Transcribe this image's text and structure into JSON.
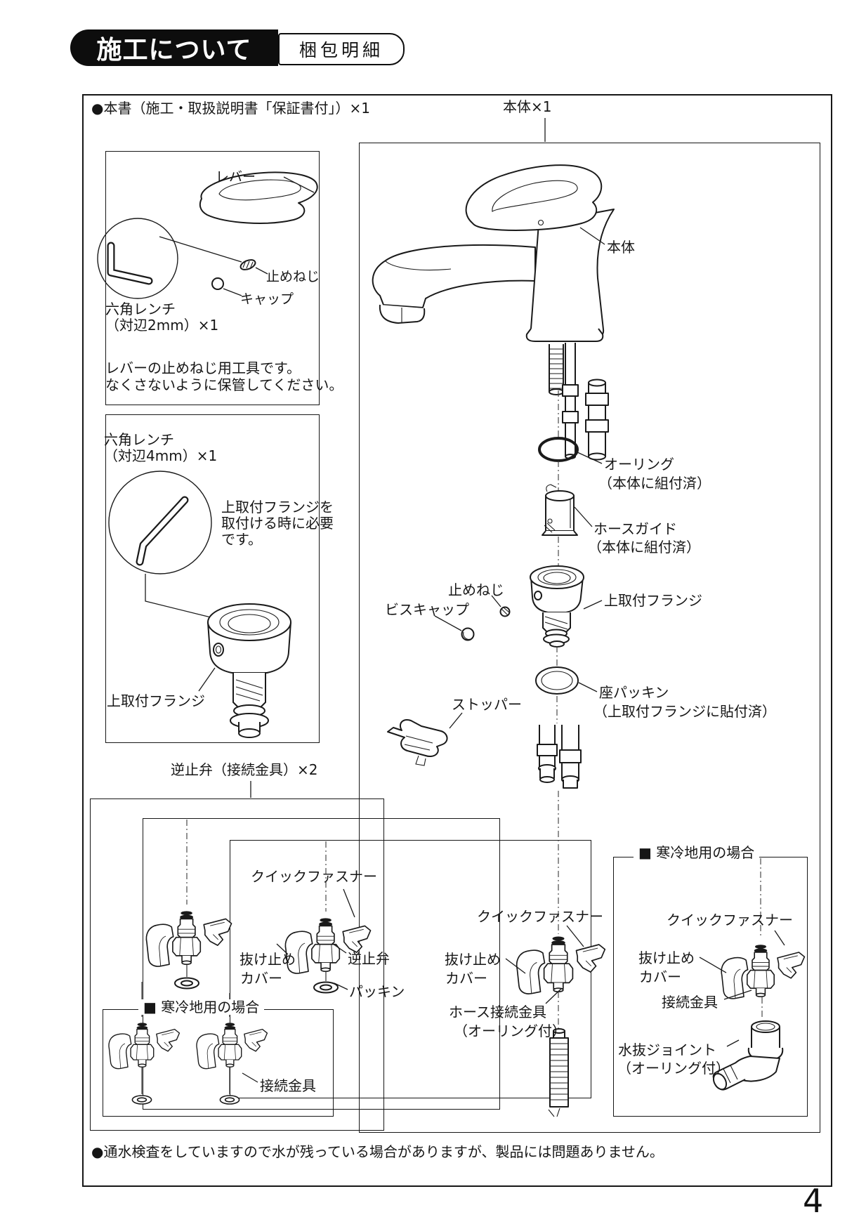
{
  "page": {
    "number": "4"
  },
  "header": {
    "section_title": "施工について",
    "subsection_title": "梱包明細"
  },
  "notes": {
    "book": "●本書（施工・取扱説明書「保証書付」）×1",
    "water_check": "●通水検査をしていますので水が残っている場合がありますが、製品には問題ありません。"
  },
  "body_box": {
    "title": "本体×1",
    "labels": {
      "body": "本体",
      "oring": "オーリング",
      "oring_sub": "（本体に組付済）",
      "hose_guide": "ホースガイド",
      "hose_guide_sub": "（本体に組付済）",
      "set_screw": "止めねじ",
      "screw_cap": "ビスキャップ",
      "upper_flange": "上取付フランジ",
      "seat_packing": "座パッキン",
      "seat_packing_sub": "（上取付フランジに貼付済）",
      "stopper": "ストッパー"
    }
  },
  "tool_box_2mm": {
    "lever": "レバー",
    "set_screw": "止めねじ",
    "cap": "キャップ",
    "wrench_line1": "六角レンチ",
    "wrench_line2": "（対辺2mm）×1",
    "note_line1": "レバーの止めねじ用工具です。",
    "note_line2": "なくさないように保管してください。"
  },
  "tool_box_4mm": {
    "wrench_line1": "六角レンチ",
    "wrench_line2": "（対辺4mm）×1",
    "note_line1": "上取付フランジを",
    "note_line2": "取付ける時に必要",
    "note_line3": "です。",
    "flange": "上取付フランジ"
  },
  "check_valve_box": {
    "title": "逆止弁（接続金具）×2",
    "quick_fastener": "クイックファスナー",
    "cover_line1": "抜け止め",
    "cover_line2": "カバー",
    "check_valve": "逆止弁",
    "packing": "パッキン",
    "cold_title": "■ 寒冷地用の場合",
    "fitting": "接続金具"
  },
  "hose_box": {
    "quick_fastener": "クイックファスナー",
    "cover_line1": "抜け止め",
    "cover_line2": "カバー",
    "hose_fitting_line1": "ホース接続金具",
    "hose_fitting_line2": "（オーリング付）"
  },
  "cold_region_box": {
    "title": "■ 寒冷地用の場合",
    "quick_fastener": "クイックファスナー",
    "cover_line1": "抜け止め",
    "cover_line2": "カバー",
    "fitting": "接続金具",
    "drain_joint_line1": "水抜ジョイント",
    "drain_joint_line2": "（オーリング付）"
  }
}
